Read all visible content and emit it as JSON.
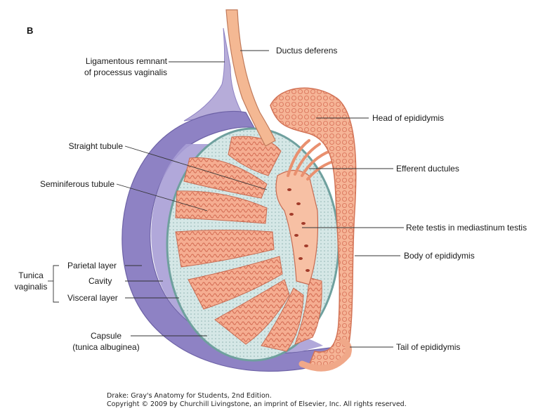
{
  "figure": {
    "panel_letter": "B",
    "credit_line1": "Drake: Gray's Anatomy for Students, 2nd Edition.",
    "credit_line2": "Copyright © 2009 by Churchill Livingstone, an imprint of Elsevier, Inc. All rights reserved."
  },
  "labels": {
    "ligamentous_1": "Ligamentous remnant",
    "ligamentous_2": "of processus vaginalis",
    "ductus_deferens": "Ductus deferens",
    "head_epididymis": "Head of epididymis",
    "straight_tubule": "Straight tubule",
    "efferent_ductules": "Efferent ductules",
    "seminiferous_tubule": "Seminiferous tubule",
    "rete_testis": "Rete testis in mediastinum testis",
    "body_epididymis": "Body of epididymis",
    "tunica_1": "Tunica",
    "tunica_2": "vaginalis",
    "parietal_layer": "Parietal layer",
    "cavity": "Cavity",
    "visceral_layer": "Visceral layer",
    "capsule_1": "Capsule",
    "capsule_2": "(tunica albuginea)",
    "tail_epididymis": "Tail of epididymis"
  },
  "colors": {
    "tunica": "#8e82c4",
    "tunica_light": "#c3bbe3",
    "cavity": "#a79dd4",
    "capsule": "#cfe3e2",
    "tubule": "#f2a488",
    "tubule_dark": "#d9765a",
    "duct": "#f4b893",
    "leader": "#333333"
  }
}
